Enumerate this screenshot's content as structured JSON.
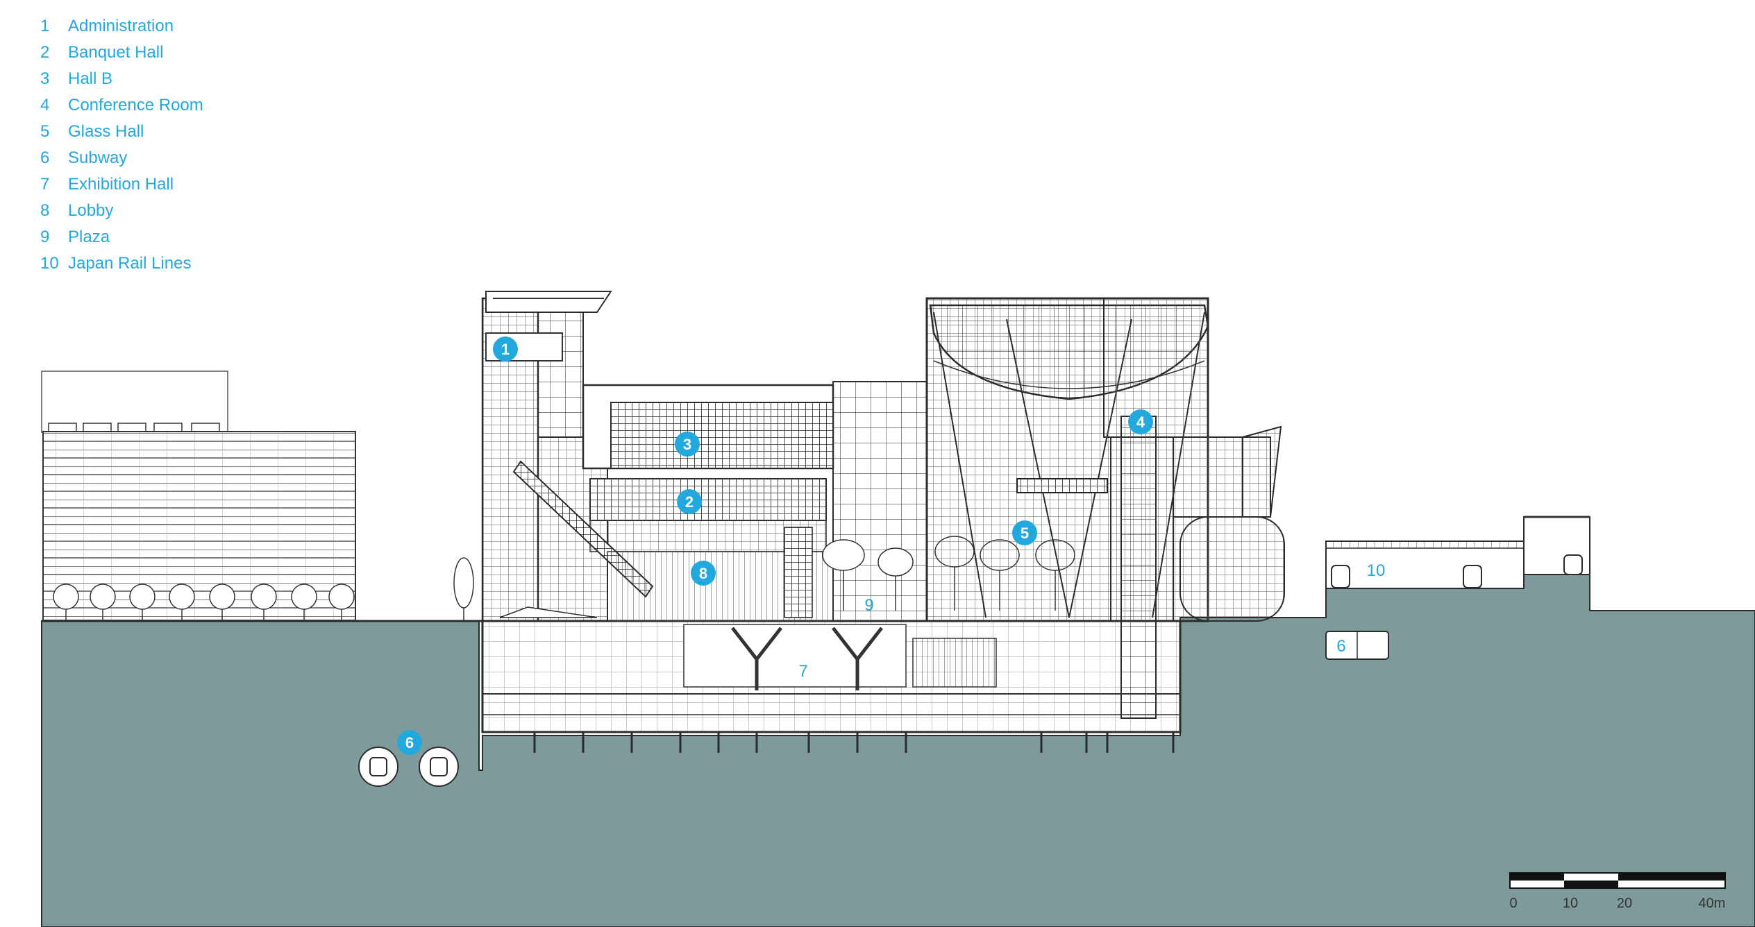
{
  "legend": [
    {
      "num": "1",
      "label": "Administration"
    },
    {
      "num": "2",
      "label": "Banquet Hall"
    },
    {
      "num": "3",
      "label": "Hall B"
    },
    {
      "num": "4",
      "label": "Conference Room"
    },
    {
      "num": "5",
      "label": "Glass Hall"
    },
    {
      "num": "6",
      "label": "Subway"
    },
    {
      "num": "7",
      "label": "Exhibition Hall"
    },
    {
      "num": "8",
      "label": "Lobby"
    },
    {
      "num": "9",
      "label": "Plaza"
    },
    {
      "num": "10",
      "label": "Japan Rail Lines"
    }
  ],
  "markers": {
    "m1": "1",
    "m2": "2",
    "m3": "3",
    "m4": "4",
    "m5": "5",
    "m6a": "6",
    "m6b": "6",
    "m7": "7",
    "m8": "8",
    "m9": "9",
    "m10": "10"
  },
  "scale_bar": {
    "tick0": "0",
    "tick10": "10",
    "tick20": "20",
    "tick40": "40m"
  },
  "colors": {
    "ground": "#7f9a9b",
    "accent": "#22a8dc",
    "line": "#2b2b2b"
  }
}
